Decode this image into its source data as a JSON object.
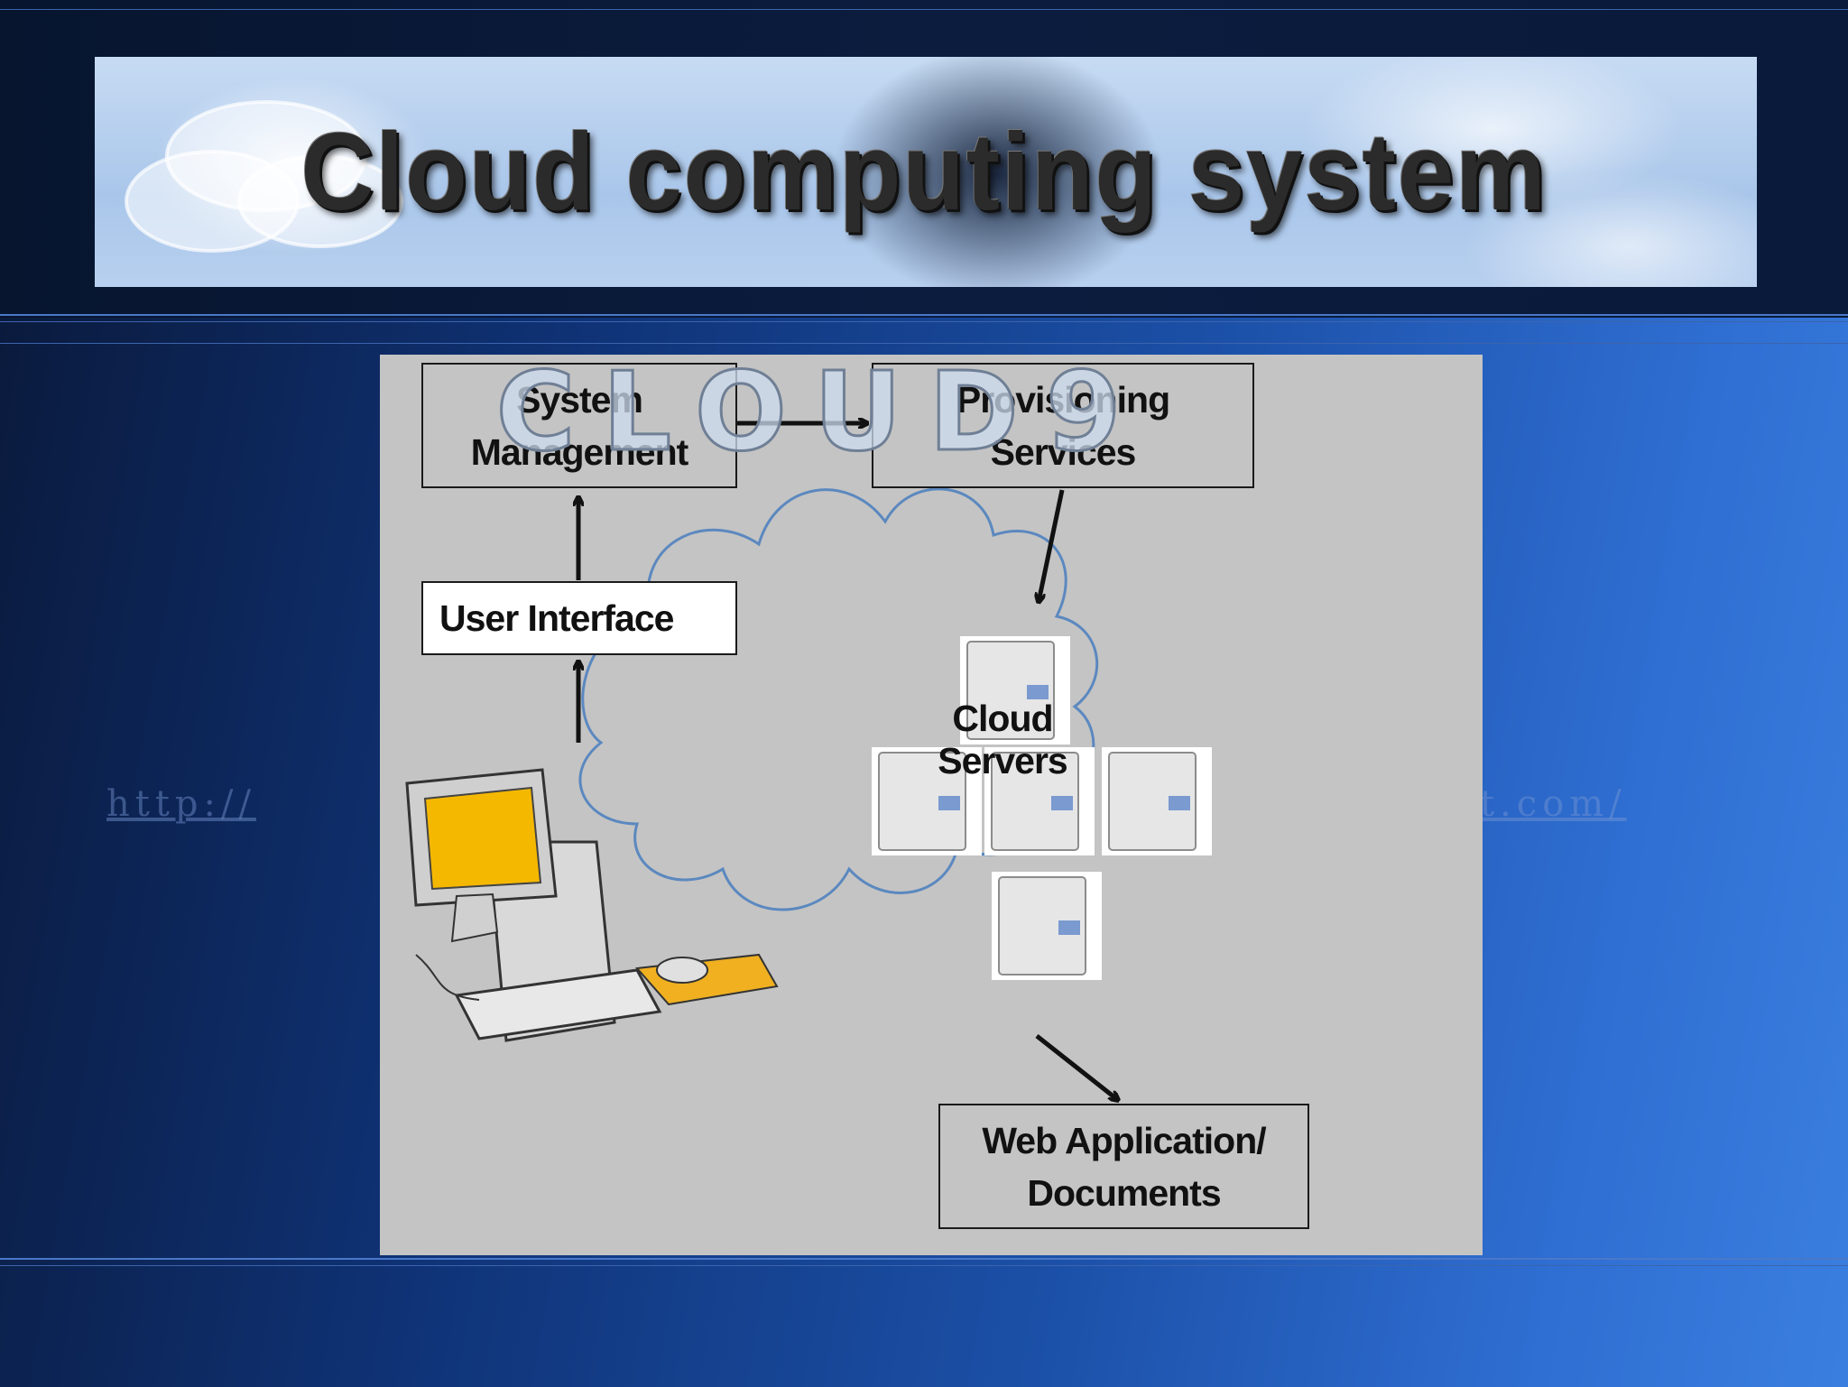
{
  "slide": {
    "title": "Cloud computing system",
    "url_left": "http://",
    "url_right": "t.com/"
  },
  "diagram": {
    "nodes": {
      "system_management": "System Management",
      "provisioning_services": "Provisioning Services",
      "user_interface": "User Interface",
      "cloud_servers": "Cloud Servers",
      "web_application": "Web Application/ Documents"
    },
    "edges": [
      {
        "from": "computer",
        "to": "user_interface"
      },
      {
        "from": "user_interface",
        "to": "system_management"
      },
      {
        "from": "system_management",
        "to": "provisioning_services"
      },
      {
        "from": "provisioning_services",
        "to": "cloud_servers"
      },
      {
        "from": "cloud_servers",
        "to": "web_application"
      }
    ],
    "watermark": "CLOUD9",
    "colors": {
      "panel": "#c4c4c4",
      "cloud_outline": "#5b88bf",
      "monitor_screen": "#f5b800",
      "mousepad": "#f0b020"
    }
  }
}
